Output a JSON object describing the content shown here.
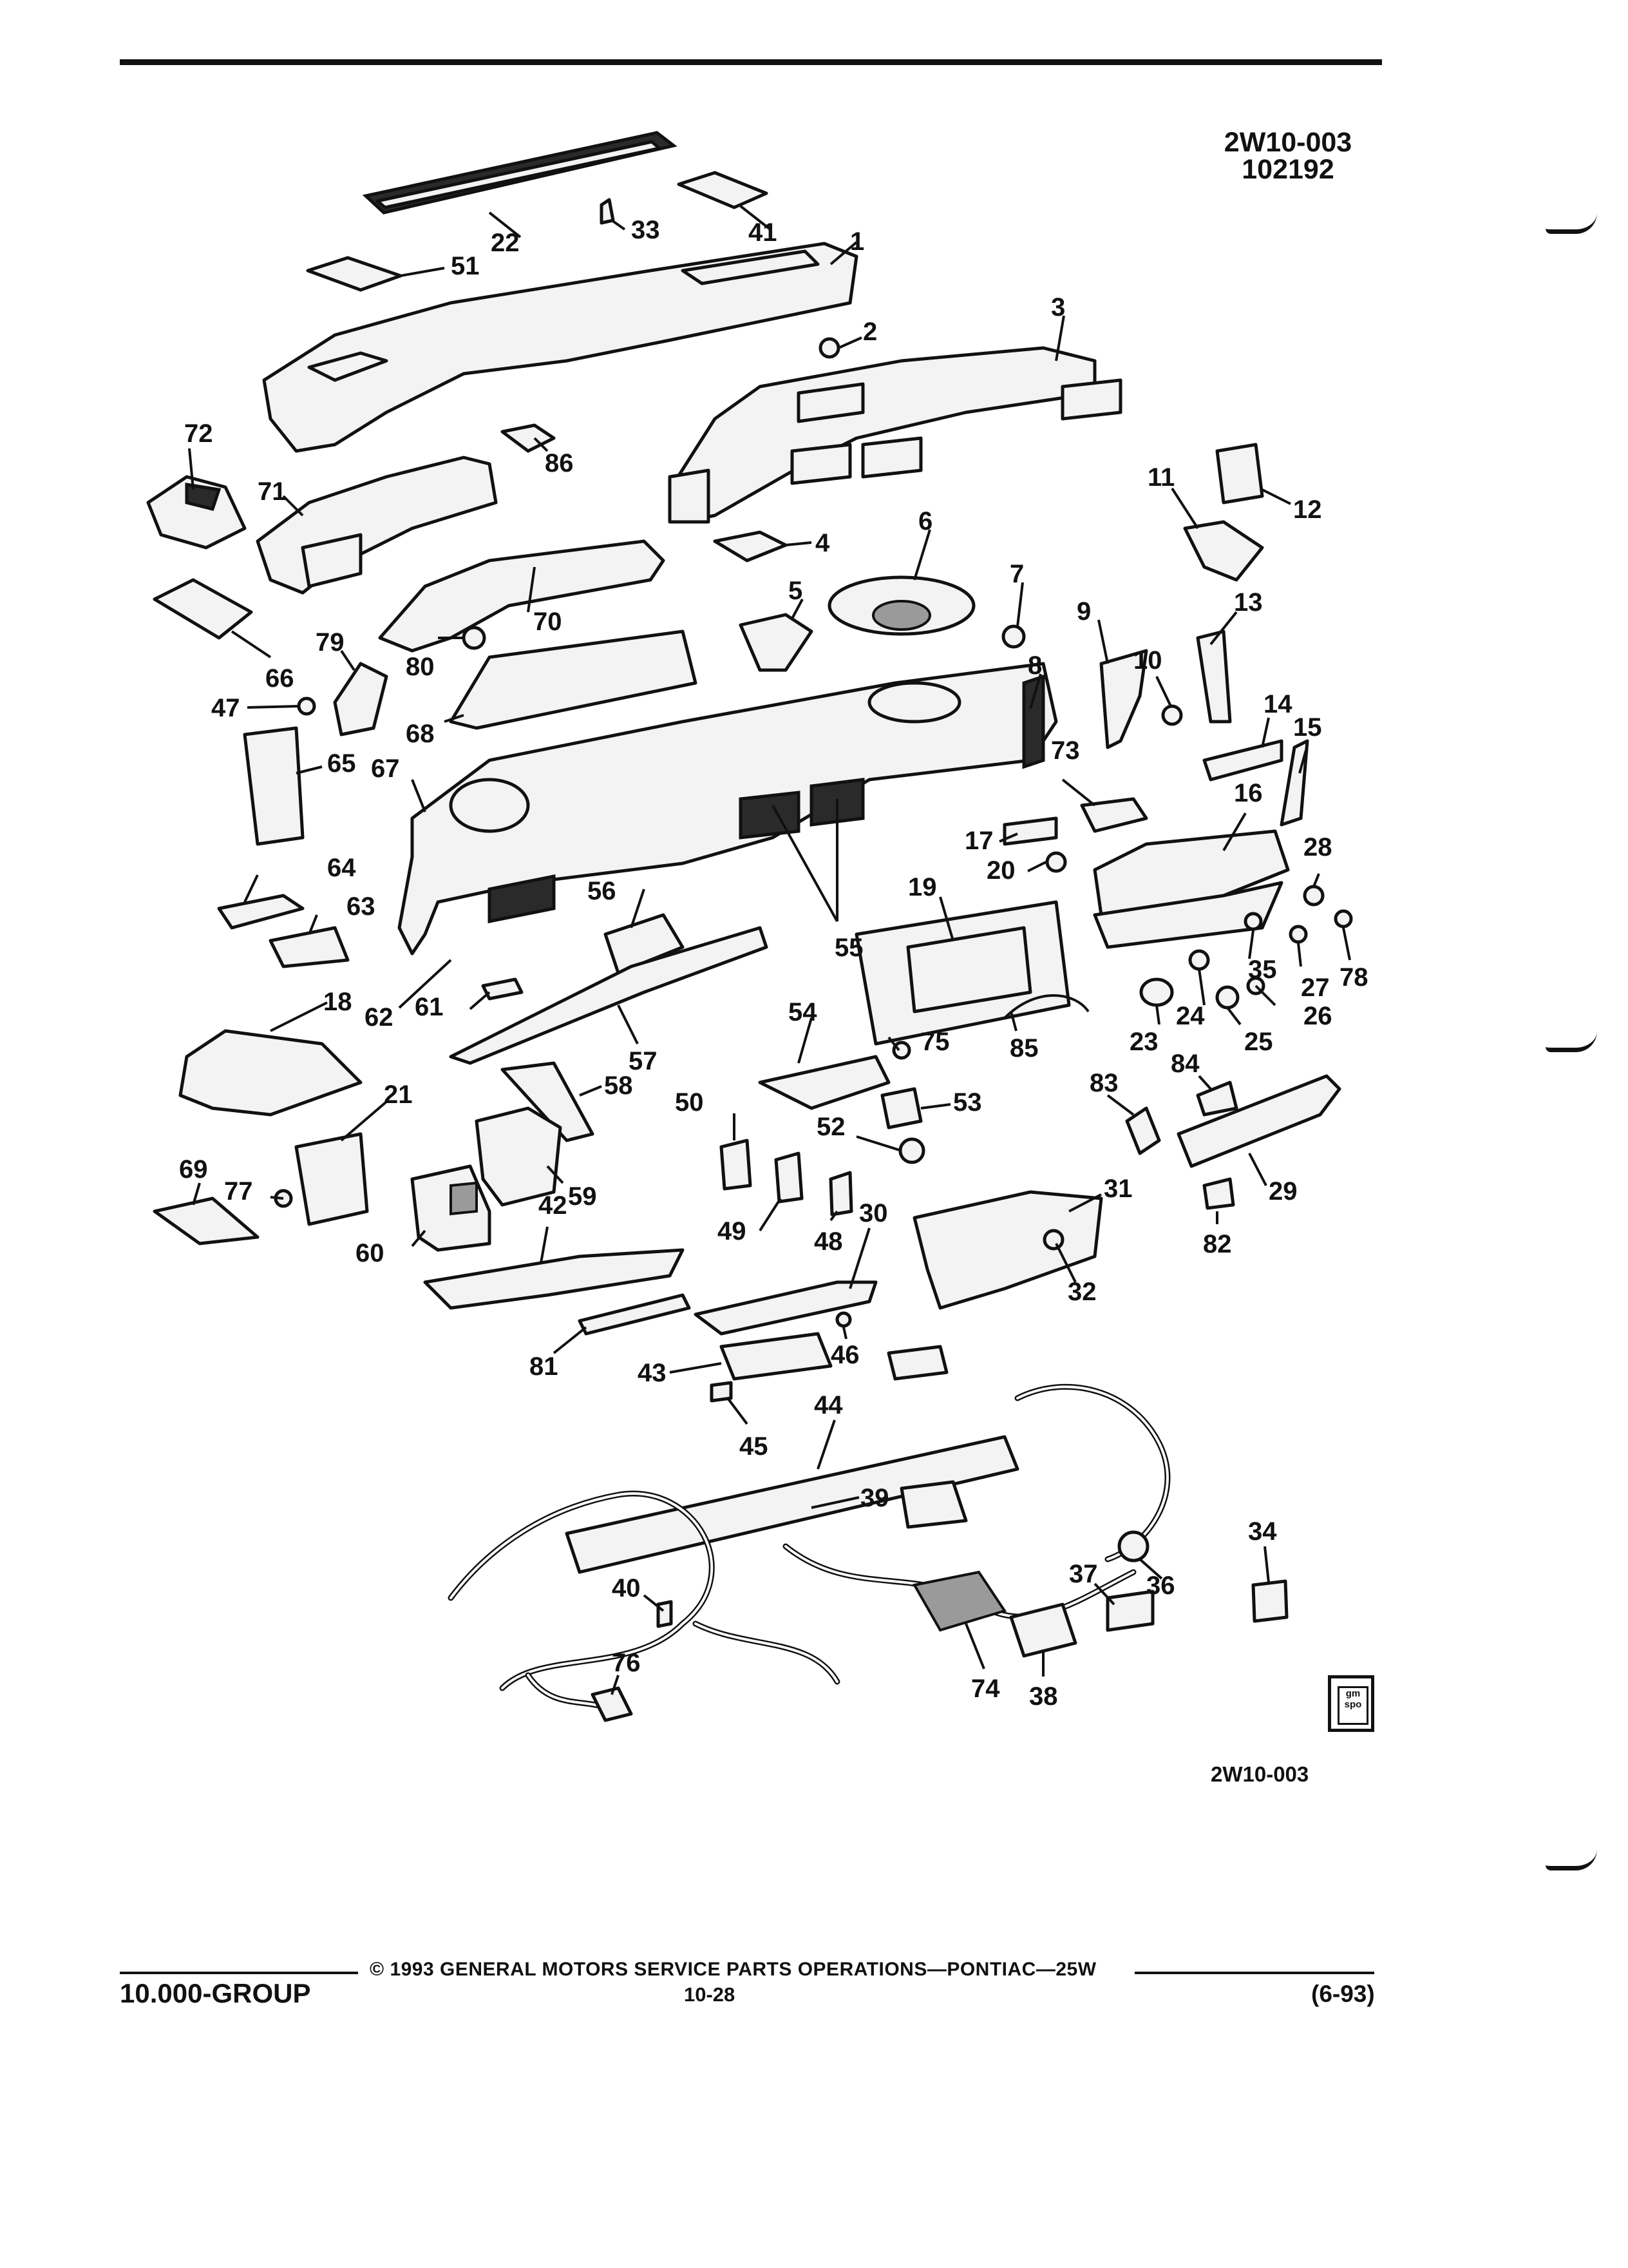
{
  "header": {
    "figure_code": "2W10-003",
    "date_code": "102192"
  },
  "diagram": {
    "callouts": [
      "1",
      "2",
      "3",
      "4",
      "5",
      "6",
      "7",
      "8",
      "9",
      "10",
      "11",
      "12",
      "13",
      "14",
      "15",
      "16",
      "17",
      "18",
      "19",
      "20",
      "21",
      "22",
      "23",
      "24",
      "25",
      "26",
      "27",
      "28",
      "29",
      "30",
      "31",
      "32",
      "33",
      "34",
      "35",
      "36",
      "37",
      "38",
      "39",
      "40",
      "41",
      "42",
      "43",
      "44",
      "45",
      "46",
      "47",
      "48",
      "49",
      "50",
      "51",
      "52",
      "53",
      "54",
      "55",
      "56",
      "57",
      "58",
      "59",
      "60",
      "61",
      "62",
      "63",
      "64",
      "65",
      "66",
      "67",
      "68",
      "69",
      "70",
      "71",
      "72",
      "73",
      "74",
      "75",
      "76",
      "77",
      "78",
      "79",
      "80",
      "81",
      "82",
      "83",
      "84",
      "85",
      "86"
    ],
    "figure_label": "2W10-003",
    "logo_text": "gm spo"
  },
  "footer": {
    "copyright": "© 1993 GENERAL MOTORS SERVICE PARTS OPERATIONS—PONTIAC—25W",
    "group": "10.000-GROUP",
    "page": "10-28",
    "date": "(6-93)"
  },
  "colors": {
    "ink": "#111111",
    "paper": "#ffffff"
  }
}
